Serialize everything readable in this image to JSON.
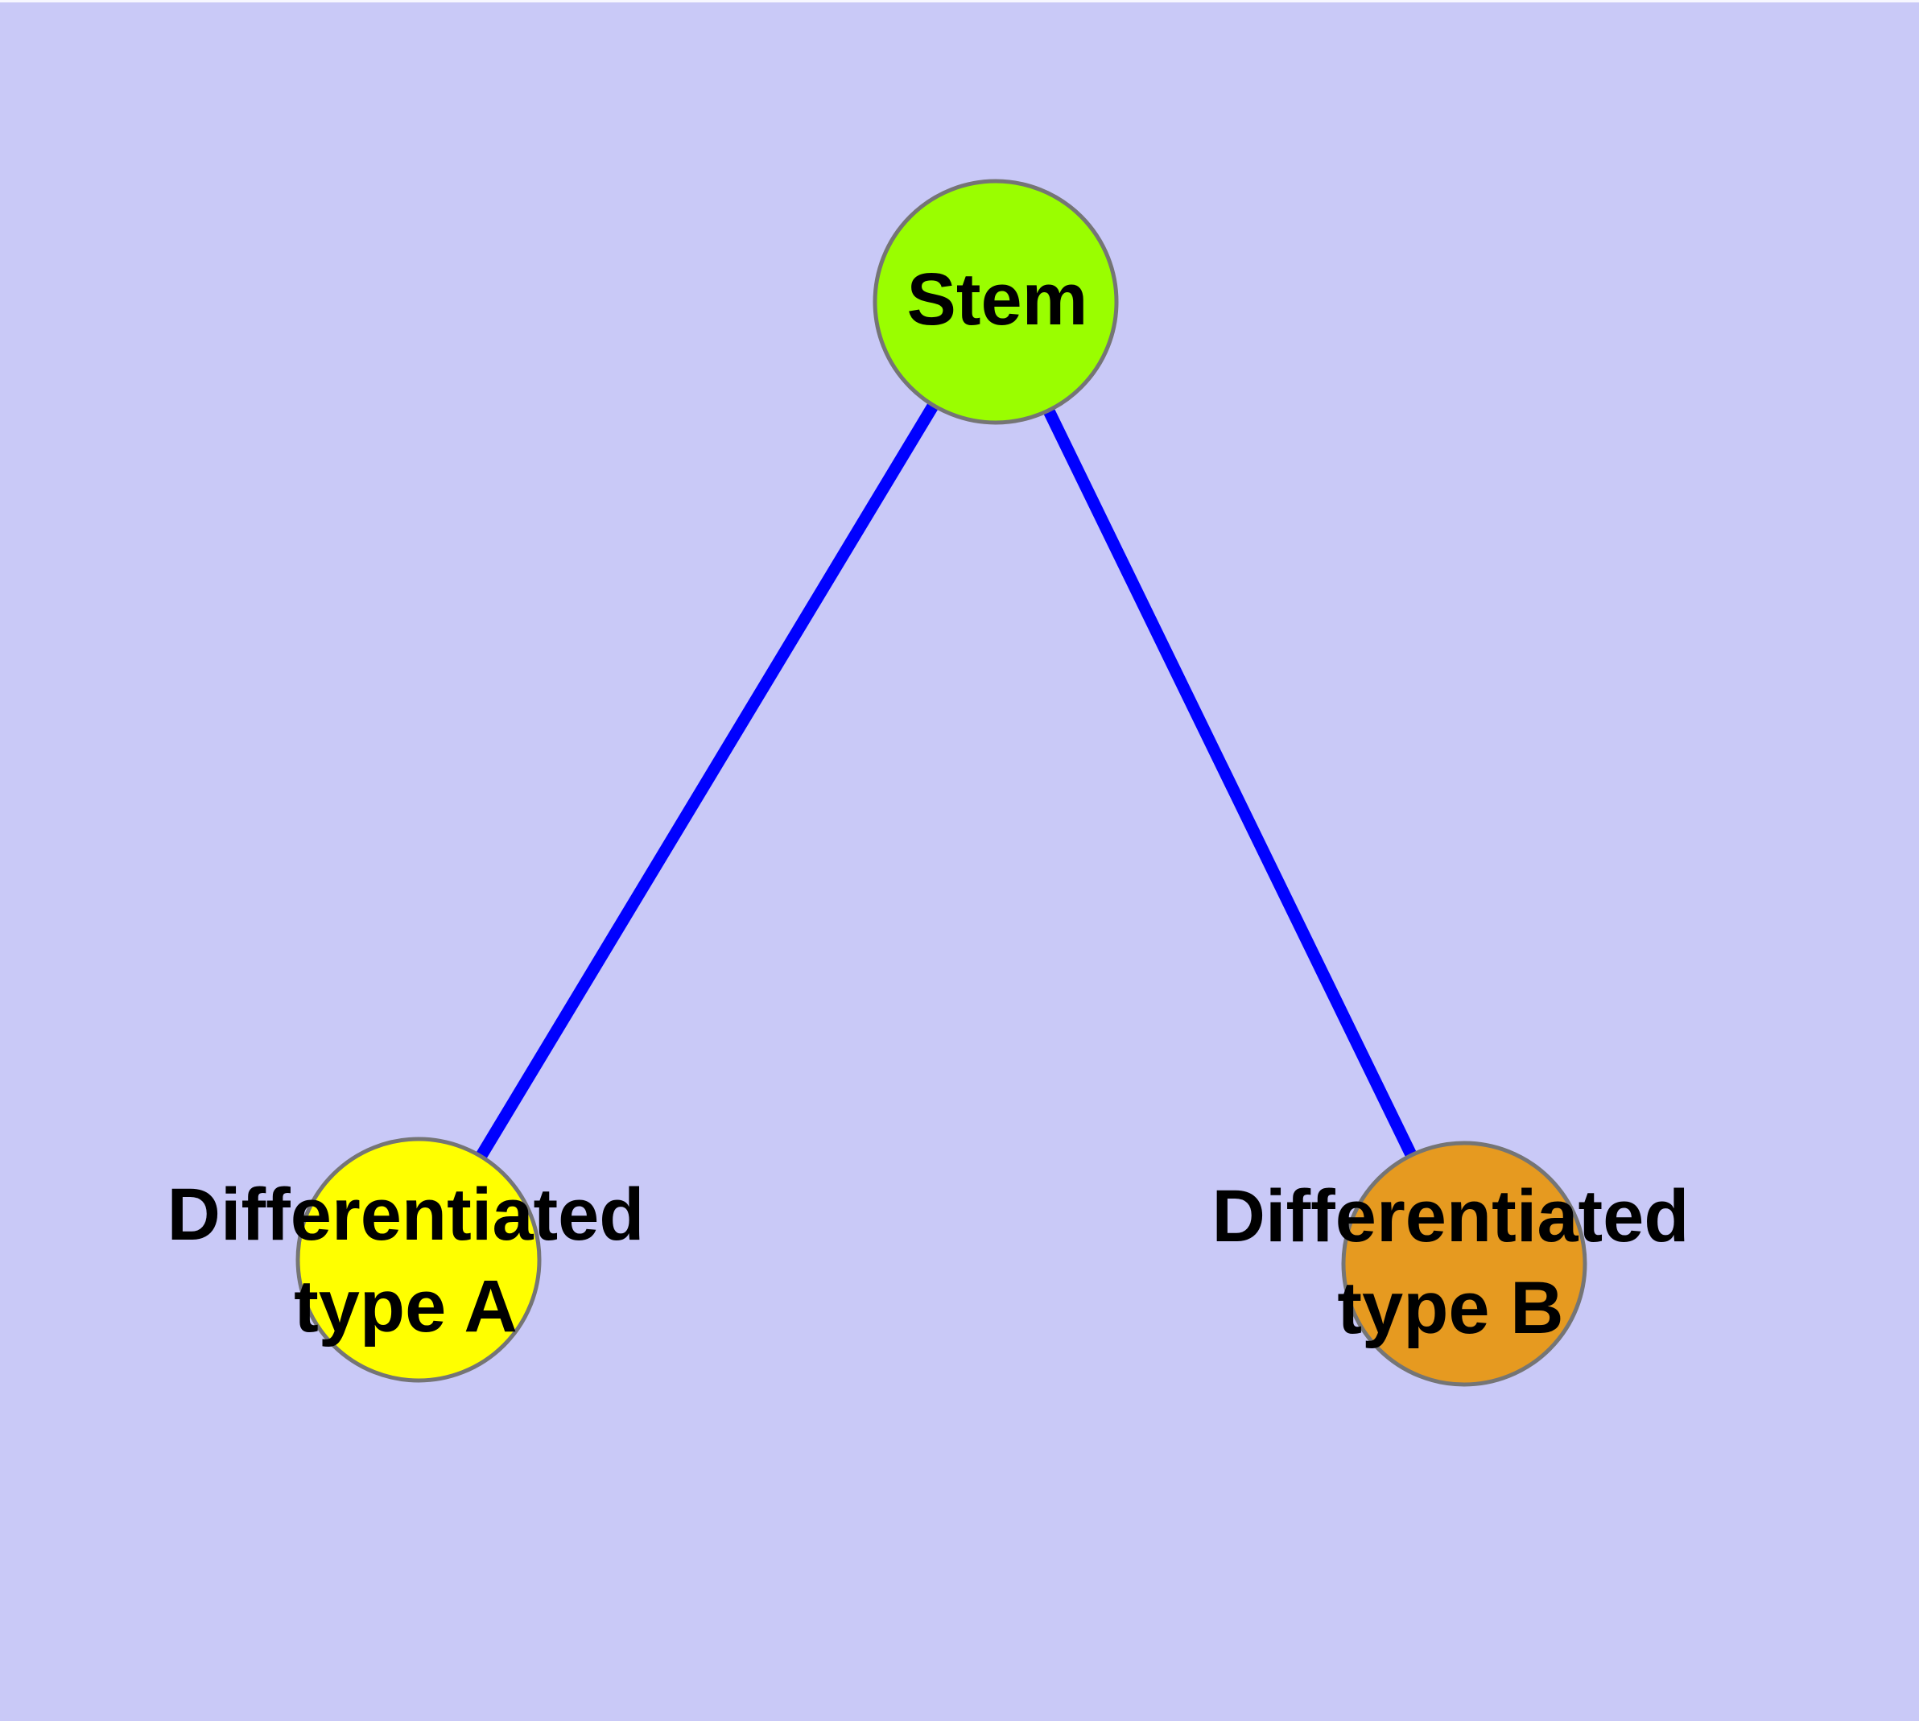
{
  "diagram": {
    "colors": {
      "background": "#C9C9F7",
      "top_edge_strip": "#F7F7FF",
      "edge": "#0000FF",
      "node_border": "#757575",
      "label_text": "#000000",
      "stem_fill": "#9AFE00",
      "type_a_fill": "#FFFF00",
      "type_b_fill": "#E69A20"
    },
    "nodes": [
      {
        "id": "stem",
        "label": "Stem",
        "fill": "#9AFE00"
      },
      {
        "id": "differentiated-type-a",
        "label_line1": "Differentiated",
        "label_line2": "type A",
        "fill": "#FFFF00"
      },
      {
        "id": "differentiated-type-b",
        "label_line1": "Differentiated",
        "label_line2": "type B",
        "fill": "#E69A20"
      }
    ],
    "edges": [
      {
        "from": "Stem",
        "to": "Differentiated type A"
      },
      {
        "from": "Stem",
        "to": "Differentiated type B"
      }
    ]
  }
}
